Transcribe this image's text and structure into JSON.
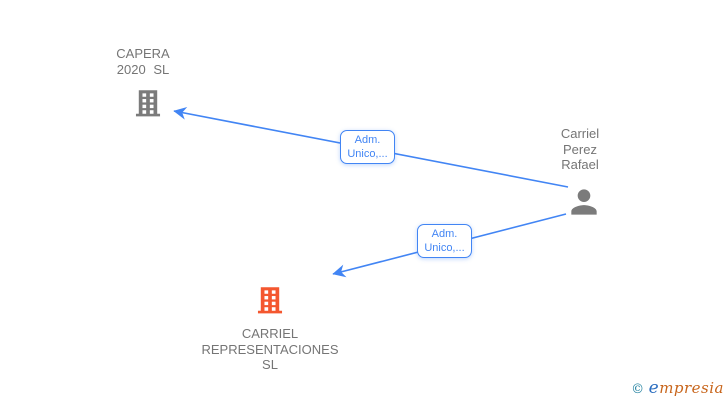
{
  "diagram": {
    "nodes": {
      "capera": {
        "type": "company",
        "icon": "building-icon",
        "name_line1": "CAPERA",
        "name_line2": "2020 SL"
      },
      "person": {
        "type": "person",
        "icon": "person-icon",
        "name_line1": "Carriel",
        "name_line2": "Perez",
        "name_line3": "Rafael"
      },
      "carriel": {
        "type": "company",
        "icon": "building-icon",
        "name_line1": "CARRIEL",
        "name_line2": "REPRESENTACIONES",
        "name_line3": "SL"
      }
    },
    "edges": [
      {
        "from": "Carriel Perez Rafael",
        "to": "CAPERA 2020 SL",
        "label_line1": "Adm.",
        "label_line2": "Unico,..."
      },
      {
        "from": "Carriel Perez Rafael",
        "to": "CARRIEL REPRESENTACIONES SL",
        "label_line1": "Adm.",
        "label_line2": "Unico,..."
      }
    ]
  },
  "watermark": {
    "copyright": "©",
    "brand_first_letter": "e",
    "brand_rest": "mpresia"
  },
  "colors": {
    "arrow_blue": "#4285F4",
    "edge_label_blue": "#4285F4",
    "node_text_gray": "#757575",
    "icon_gray": "#7B7B7B",
    "building_orange": "#F4572F",
    "logo_teal": "#1E7F9E",
    "logo_blue": "#2D6FC0",
    "logo_orange": "#C8651B"
  }
}
